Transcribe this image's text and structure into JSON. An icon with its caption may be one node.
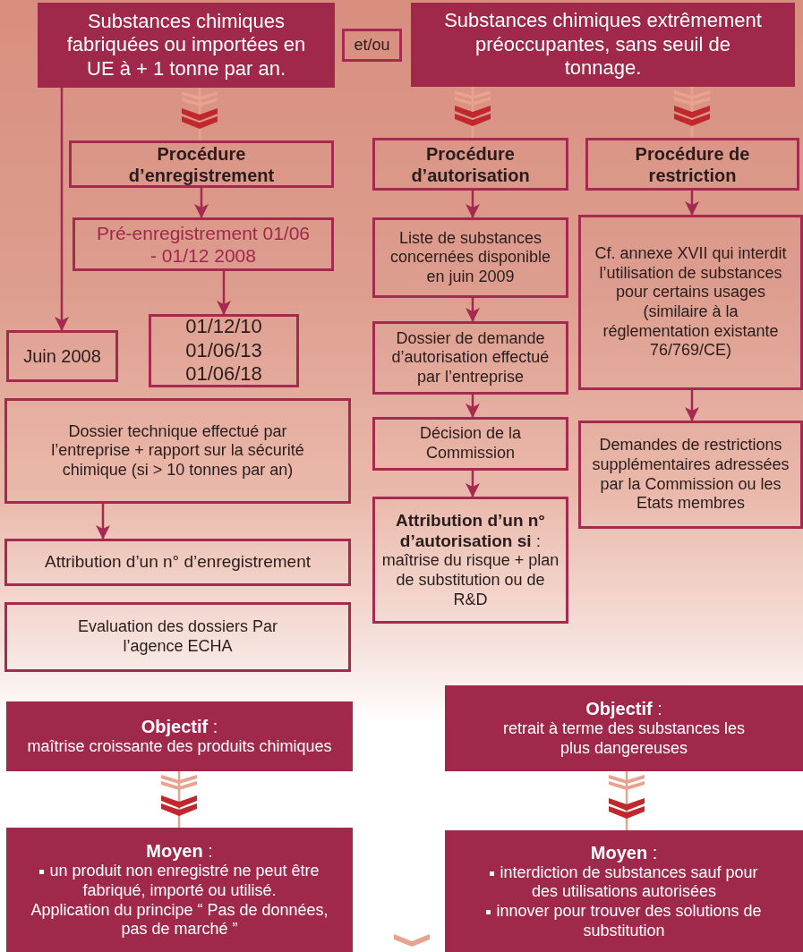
{
  "diagram": {
    "nodes": [
      {
        "text": [
          "Substances chimiques fabriquées ou importées en UE à + 1 tonne par an."
        ]
      },
      {
        "text": [
          "et/ou"
        ]
      },
      {
        "text": [
          "Substances chimiques extrêmement préoccupantes, sans seuil de tonnage."
        ]
      },
      {
        "text": [
          "Procédure d’enregistrement"
        ]
      },
      {
        "text": [
          "Pré-enregistrement 01/06 - 01/12 2008"
        ]
      },
      {
        "text": [
          "Juin 2008"
        ]
      },
      {
        "text": [
          "01/12/10 01/06/13 01/06/18"
        ]
      },
      {
        "text": [
          "Dossier technique effectué par l’entreprise + rapport sur la sécurité chimique (si > 10 tonnes par an)"
        ]
      },
      {
        "text": [
          "Attribution d’un n° d’enregistrement"
        ]
      },
      {
        "text": [
          "Evaluation des dossiers Par l’agence ECHA"
        ]
      },
      {
        "text": [
          "Procédure d’autorisation"
        ]
      },
      {
        "text": [
          "Procédure de restriction"
        ]
      },
      {
        "text": [
          "Liste de substances concernées disponible en juin 2009"
        ]
      },
      {
        "text": [
          "Cf. annexe XVII qui interdit l’utilisation de substances pour certains usages (similaire à la réglementation existante 76/769/CE)"
        ]
      },
      {
        "text": [
          "Dossier de demande d’autorisation effectué par l’entreprise"
        ]
      },
      {
        "text": [
          "Décision de la Commission"
        ]
      },
      {
        "text": [
          "**Attribution d’un n° d’autorisation si** :",
          "maîtrise du risque + plan de substitution ou de R&D"
        ]
      },
      {
        "text": [
          "Demandes de restrictions supplémentaires adressées par la Commission ou les Etats membres"
        ]
      },
      {
        "text": [
          "**Objectif** :",
          "maîtrise croissante des produits chimiques"
        ]
      },
      {
        "text": [
          "**Objectif** :",
          "retrait à terme des substances les plus dangereuses"
        ]
      },
      {
        "text": [
          "**Moyen** :",
          "un produit non enregistré ne peut être fabriqué, importé ou utilisé.",
          "Application du principe “ Pas de données, pas de marché ”"
        ]
      },
      {
        "text": [
          "**Moyen** :",
          "interdiction de substances sauf pour des utilisations autorisées",
          "innover pour trouver des solutions de substitution"
        ]
      }
    ],
    "edges": [
      {
        "from": 0,
        "to": 3,
        "arrow": "to",
        "color": "#e8a28d"
      },
      {
        "from": 0,
        "to": 5,
        "arrow": "to"
      },
      {
        "from": 3,
        "to": 4,
        "arrow": "to"
      },
      {
        "from": 4,
        "to": 6,
        "arrow": "to"
      },
      {
        "from": 7,
        "to": 8,
        "arrow": "to"
      },
      {
        "from": 2,
        "to": 10,
        "arrow": "to",
        "color": "#e8a28d"
      },
      {
        "from": 2,
        "to": 11,
        "arrow": "to",
        "color": "#e8a28d"
      },
      {
        "from": 10,
        "to": 12,
        "arrow": "to"
      },
      {
        "from": 12,
        "to": 14,
        "arrow": "to"
      },
      {
        "from": 14,
        "to": 15,
        "arrow": "to"
      },
      {
        "from": 15,
        "to": 16,
        "arrow": "to"
      },
      {
        "from": 11,
        "to": 13,
        "arrow": "to"
      },
      {
        "from": 13,
        "to": 17,
        "arrow": "to"
      },
      {
        "from": 18,
        "to": 20,
        "arrow": "to",
        "color": "#e8a28d"
      },
      {
        "from": 19,
        "to": 21,
        "arrow": "to",
        "color": "#e8a28d"
      }
    ]
  }
}
